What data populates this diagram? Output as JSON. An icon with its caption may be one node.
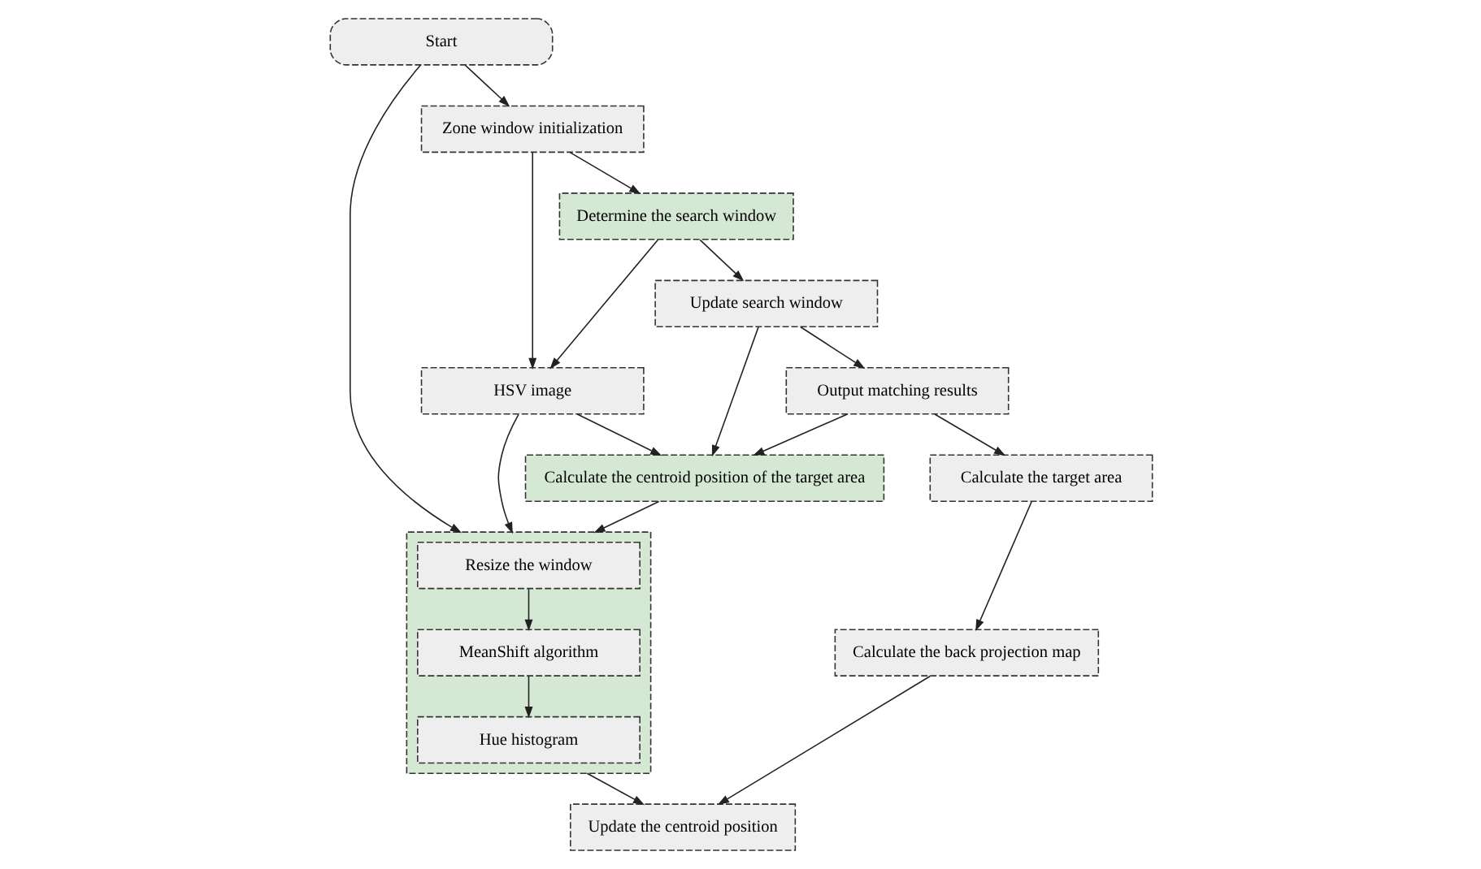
{
  "diagram": {
    "nodes": [
      {
        "text": [
          "Start"
        ]
      },
      {
        "text": [
          "Zone window initialization"
        ]
      },
      {
        "text": [
          "Determine the search window"
        ]
      },
      {
        "text": [
          "HSV image"
        ]
      },
      {
        "text": [],
        "shape": "box"
      },
      {
        "text": [
          "Resize the window"
        ],
        "in": 4
      },
      {
        "text": [
          "MeanShift algorithm"
        ],
        "in": 4
      },
      {
        "text": [
          "Hue histogram"
        ],
        "in": 4
      },
      {
        "text": [
          "Update search window"
        ]
      },
      {
        "text": [
          "Calculate the centroid position of the target area"
        ]
      },
      {
        "text": [
          "Output matching results"
        ]
      },
      {
        "text": [
          "Calculate the target area"
        ]
      },
      {
        "text": [
          "Calculate the back projection map"
        ]
      },
      {
        "text": [
          "Update the centroid position"
        ]
      }
    ],
    "edges": [
      {
        "from": 0,
        "to": 1,
        "arrow": "to"
      },
      {
        "from": 0,
        "to": 4,
        "arrow": "to"
      },
      {
        "from": 1,
        "to": 2,
        "arrow": "to"
      },
      {
        "from": 1,
        "to": 3,
        "arrow": "to"
      },
      {
        "from": 2,
        "to": 3,
        "arrow": "to"
      },
      {
        "from": 2,
        "to": 8,
        "arrow": "to"
      },
      {
        "from": 3,
        "to": 9,
        "arrow": "to"
      },
      {
        "from": 3,
        "to": 4,
        "arrow": "to"
      },
      {
        "from": 9,
        "to": 4,
        "arrow": "to"
      },
      {
        "from": 5,
        "to": 6,
        "arrow": "to"
      },
      {
        "from": 6,
        "to": 7,
        "arrow": "to"
      },
      {
        "from": 8,
        "to": 10,
        "arrow": "to"
      },
      {
        "from": 8,
        "to": 9,
        "arrow": "to"
      },
      {
        "from": 10,
        "to": 9,
        "arrow": "to"
      },
      {
        "from": 10,
        "to": 11,
        "arrow": "to"
      },
      {
        "from": 11,
        "to": 12,
        "arrow": "to"
      },
      {
        "from": 12,
        "to": 13,
        "arrow": "to"
      },
      {
        "from": 4,
        "to": 13,
        "arrow": "to"
      }
    ]
  }
}
